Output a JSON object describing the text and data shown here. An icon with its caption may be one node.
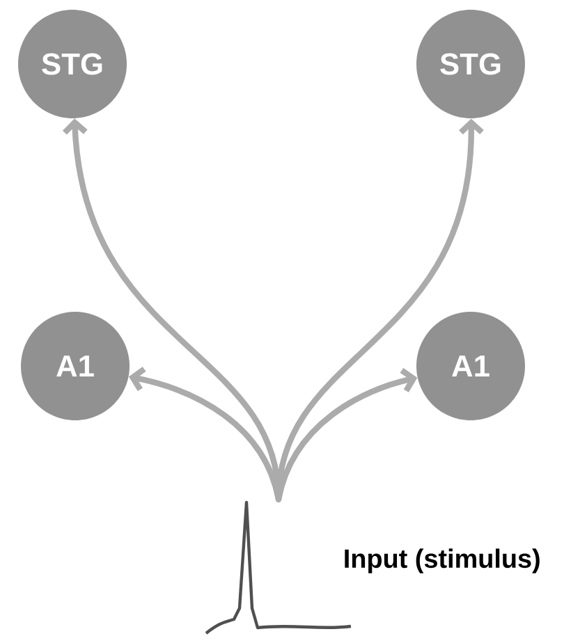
{
  "diagram": {
    "nodes": [
      {
        "text": [
          "STG"
        ]
      },
      {
        "text": [
          "STG"
        ]
      },
      {
        "text": [
          "A1"
        ]
      },
      {
        "text": [
          "A1"
        ]
      },
      {
        "text": [],
        "shape": "picture",
        "beside": [
          "Input (stimulus)"
        ]
      }
    ],
    "edges": [
      {
        "from": 4,
        "to": 0,
        "arrow": "to"
      },
      {
        "from": 4,
        "to": 1,
        "arrow": "to"
      },
      {
        "from": 4,
        "to": 2,
        "arrow": "to"
      },
      {
        "from": 4,
        "to": 3,
        "arrow": "to"
      }
    ]
  }
}
